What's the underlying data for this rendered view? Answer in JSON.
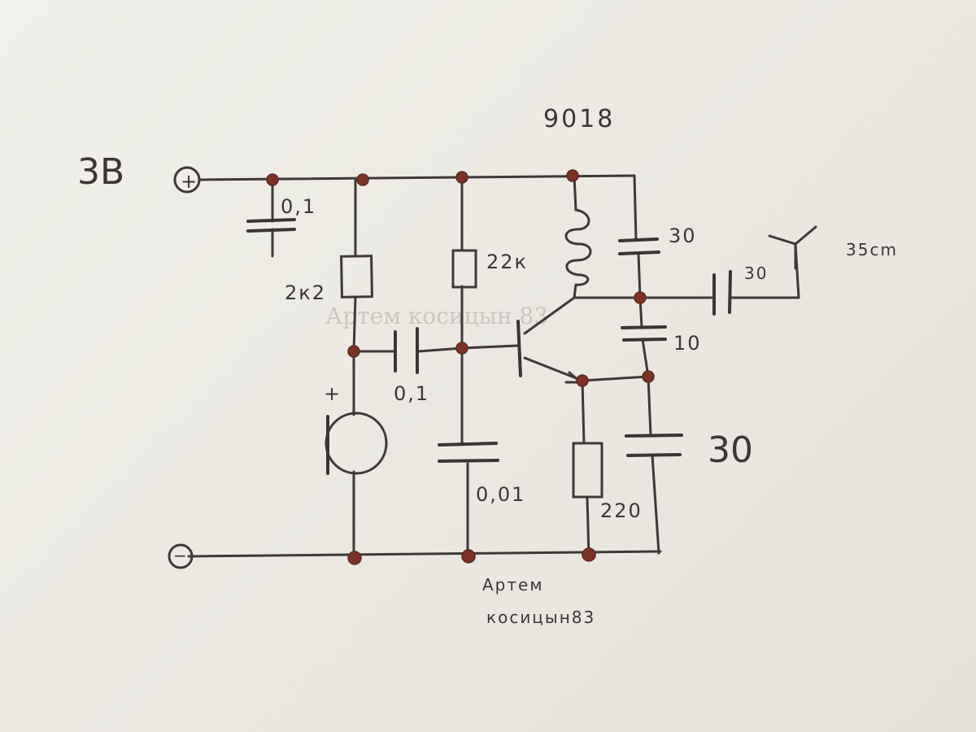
{
  "labels": {
    "transistor": "9018",
    "supply_voltage": "3В",
    "plus_terminal": "+",
    "minus_terminal": "−",
    "c_supply": "0,1",
    "r_mic": "2к2",
    "c_coupling": "0,1",
    "r_base": "22к",
    "c_base": "0,01",
    "mic_polarity": "+",
    "c_tank": "30",
    "c_output": "30",
    "c_feedback": "10",
    "c_emitter": "30",
    "r_emitter": "220",
    "antenna_length": "35cm",
    "author_line1": "Артем",
    "author_line2": "косицын83"
  },
  "watermark": "Артем косицын 83",
  "colors": {
    "ink": "#3e3936",
    "node": "#7b3326",
    "paper": "#efeee8"
  }
}
